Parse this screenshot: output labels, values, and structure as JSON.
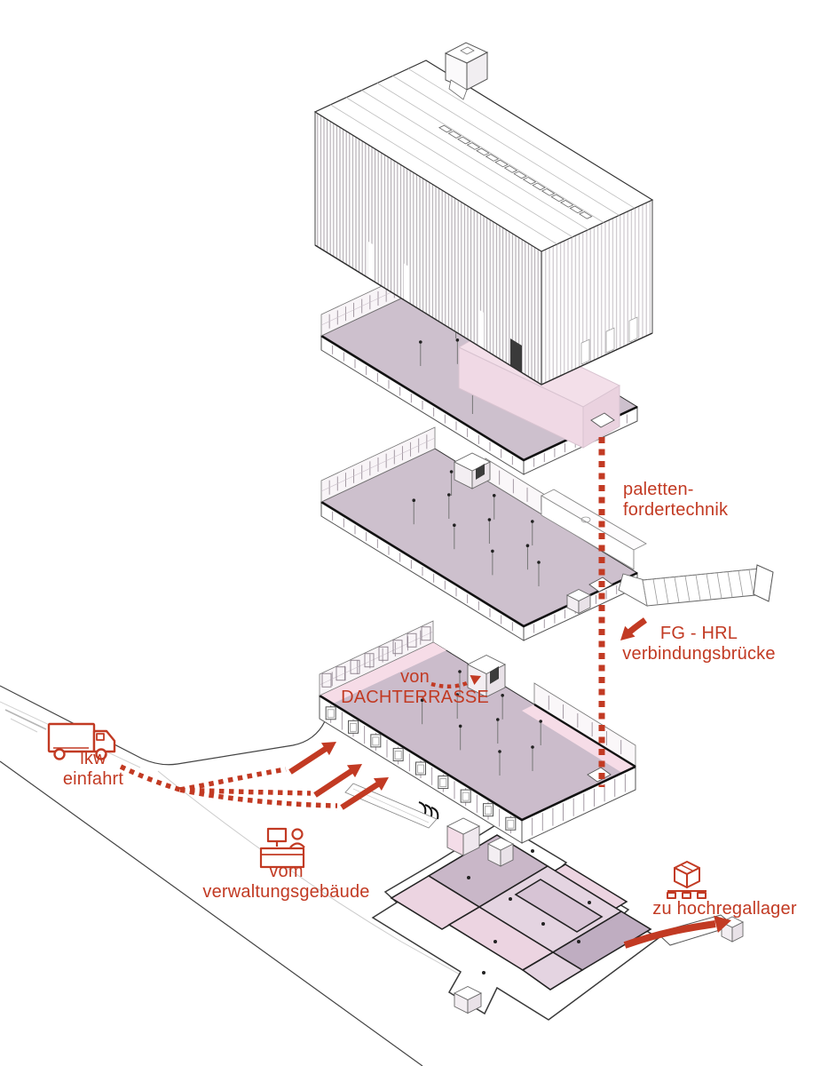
{
  "meta": {
    "title": "Exploded axonometric building diagram",
    "language": "de"
  },
  "palette": {
    "annotation_red": "#c23a23",
    "floor_mauve": "#cdc0cd",
    "floor_mauve_dark": "#cbbccb",
    "accent_pink": "#f6dce7",
    "volume_pink": "#f3dfe9",
    "plan_pink": "#ecd4e1",
    "plan_pale": "#e4d4e1",
    "plan_mid": "#d7c4d5",
    "plan_mauve": "#c9b7c8",
    "plan_mauve_dark": "#bfadc1",
    "line_dark": "#1a1a1a",
    "background": "#ffffff"
  },
  "annotations": {
    "paletten": {
      "line1": "paletten-",
      "line2": "fordertechnik"
    },
    "bridge": {
      "line1": "FG - HRL",
      "line2": "verbindungsbrücke"
    },
    "dachterrasse": {
      "line1": "von",
      "line2": "DACHTERRASSE"
    },
    "lkw": {
      "line1": "lkw",
      "line2": "einfahrt"
    },
    "verwaltung": {
      "line1": "vom",
      "line2": "verwaltungsgebäude"
    },
    "hochregal": {
      "label": "zu hochregallager"
    }
  },
  "icons": [
    {
      "name": "truck-icon",
      "meaning": "lkw einfahrt"
    },
    {
      "name": "desk-icon",
      "meaning": "vom verwaltungsgebäude"
    },
    {
      "name": "pallet-icon",
      "meaning": "zu hochregallager"
    }
  ]
}
